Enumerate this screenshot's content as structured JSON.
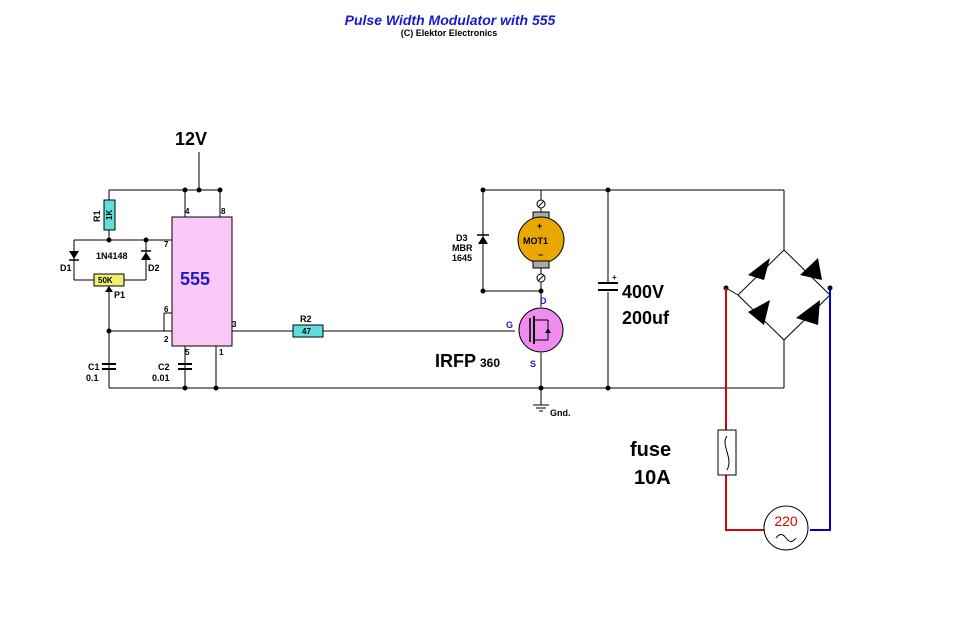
{
  "title": "Pulse Width Modulator with 555",
  "subtitle": "(C) Elektor Electronics",
  "supply": "12V",
  "ic": {
    "name": "555",
    "pins": [
      "4",
      "8",
      "7",
      "6",
      "2",
      "3",
      "5",
      "1"
    ]
  },
  "components": {
    "r1": {
      "ref": "R1",
      "value": "1K"
    },
    "diode_type": "1N4148",
    "d1": "D1",
    "d2": "D2",
    "p1": {
      "ref": "P1",
      "value": "50K"
    },
    "c1": {
      "ref": "C1",
      "value": "0.1"
    },
    "c2": {
      "ref": "C2",
      "value": "0.01"
    },
    "r2": {
      "ref": "R2",
      "value": "47"
    },
    "d3": {
      "ref": "D3",
      "line1": "MBR",
      "line2": "1645"
    },
    "motor": {
      "label": "MOT1",
      "plus": "+",
      "minus": "−"
    },
    "mosfet": {
      "name": "IRFP",
      "suffix": "360",
      "g": "G",
      "d": "D",
      "s": "S"
    },
    "gnd": "Gnd.",
    "cap": {
      "line1": "400V",
      "line2": "200uf",
      "polarity": "+"
    },
    "fuse": {
      "line1": "fuse",
      "line2": "10A"
    },
    "mains": "220"
  },
  "colors": {
    "live": "#dd0000",
    "neutral": "#0000cc",
    "ic_fill": "#f9c8f9",
    "resistor_fill": "#5fdede",
    "pot_fill": "#f0f070",
    "mosfet_fill": "#f08cf0",
    "motor_fill": "#e8a800"
  }
}
